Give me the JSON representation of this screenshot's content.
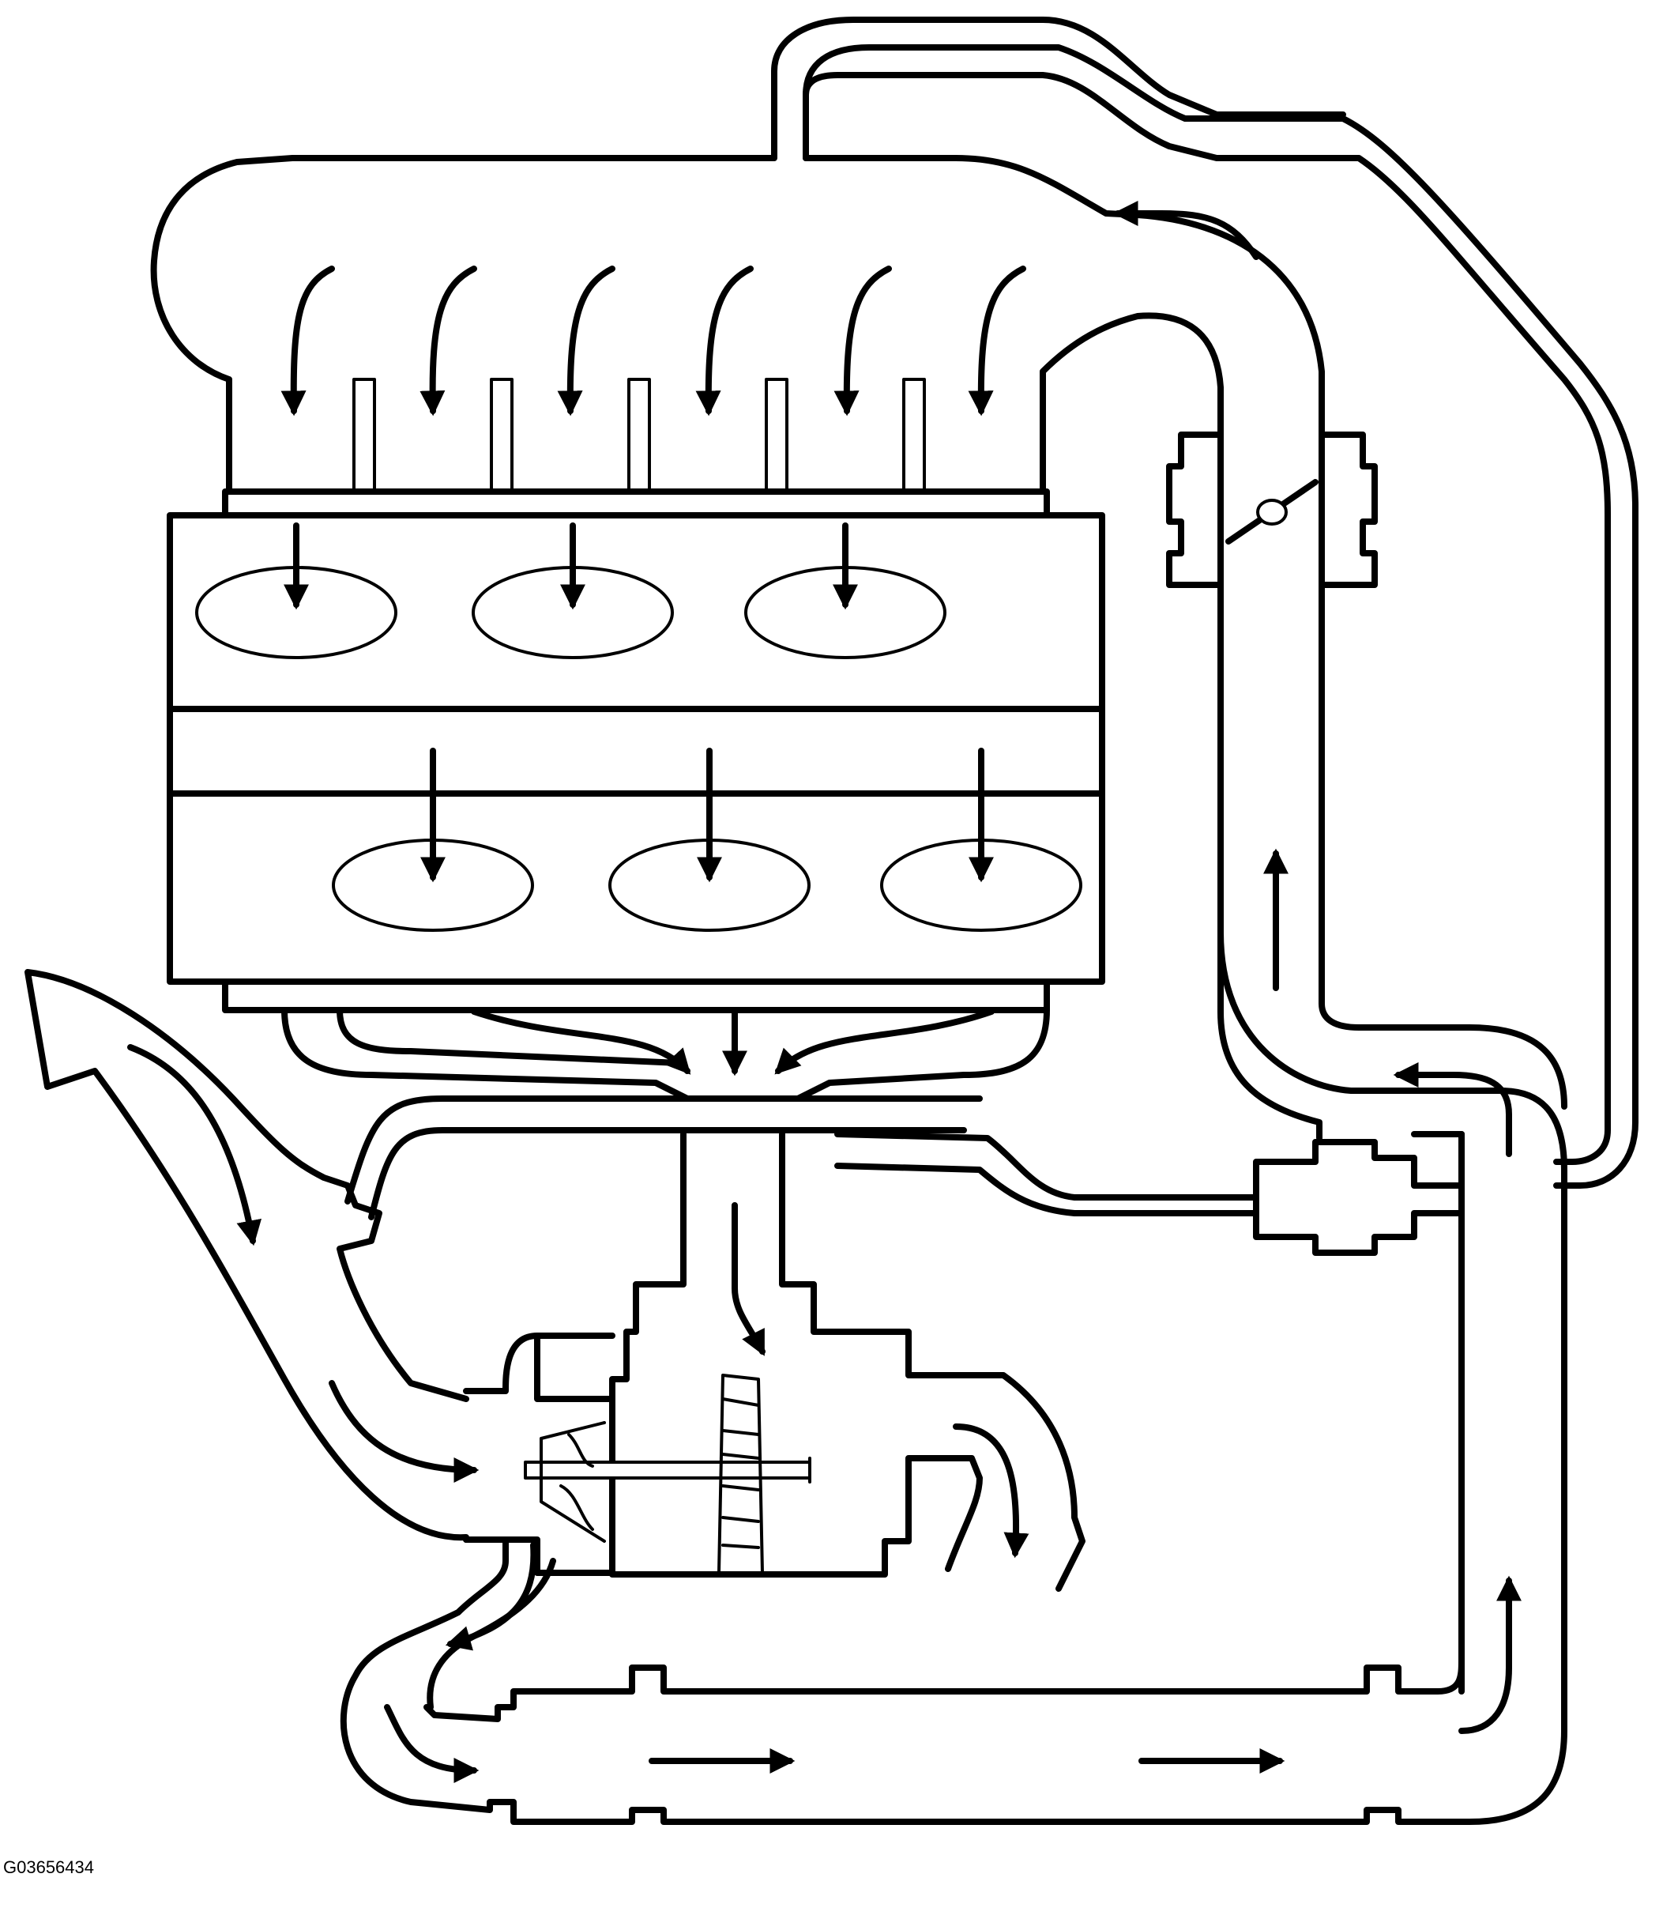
{
  "figure": {
    "id_label": "G03656434"
  },
  "diagram": {
    "line_color": "#000000",
    "background": "#ffffff",
    "components": [
      "intake-plenum",
      "engine-block",
      "throttle-body",
      "turbocharger",
      "intercooler-pipe",
      "air-inlet-duct",
      "exhaust-outlet"
    ]
  }
}
